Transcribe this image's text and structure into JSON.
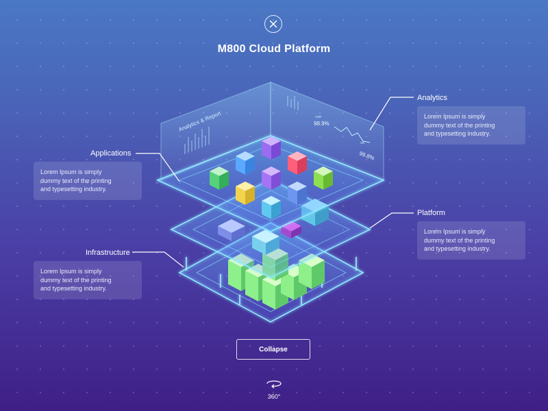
{
  "page": {
    "title": "M800 Cloud Platform",
    "close_icon": "close-icon",
    "collapse_label": "Collapse",
    "rotate_label": "360°",
    "rotate_icon": "rotate-360-icon"
  },
  "layers": {
    "analytics": {
      "label": "Analytics",
      "desc": [
        "Lorem Ipsum is simply",
        "dummy text of the printing",
        "and typesetting industry."
      ]
    },
    "applications": {
      "label": "Applications",
      "desc": [
        "Lorem Ipsum is simply",
        "dummy text of the printing",
        "and typesetting industry."
      ]
    },
    "platform": {
      "label": "Platform",
      "desc": [
        "Lorem Ipsum is simply",
        "dummy text of the printing",
        "and typesetting industry."
      ]
    },
    "infrastructure": {
      "label": "Infrastructure",
      "desc": [
        "Lorem Ipsum is simply",
        "dummy text of the printing",
        "and typesetting industry."
      ]
    }
  },
  "panel": {
    "report_title": "Analytics & Report",
    "stat1_label": "ASR",
    "stat1_value": "98.9%",
    "stat2_label": "SR",
    "stat2_value": "99.8%"
  },
  "colors": {
    "accent_cyan": "#7fe3ff",
    "app_green": "#55d27a",
    "app_blue": "#5aa8ff",
    "app_purple": "#9b6cf0",
    "app_red": "#ff5f7a",
    "app_yellow": "#f2d34d",
    "server_green": "#8ef08a"
  }
}
